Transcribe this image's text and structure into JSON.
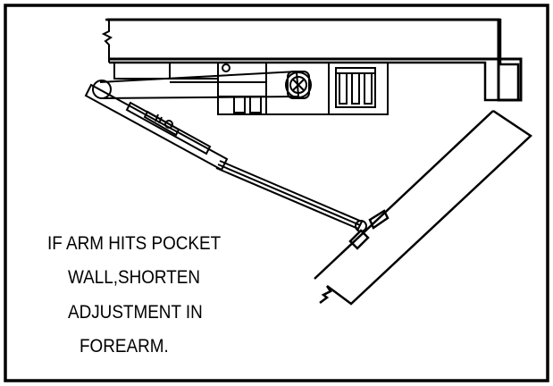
{
  "figure": {
    "instruction_lines": [
      "IF ARM HITS POCKET",
      "WALL,SHORTEN",
      "ADJUSTMENT IN",
      "FOREARM."
    ]
  },
  "colors": {
    "line": "#000000",
    "background": "#ffffff"
  }
}
